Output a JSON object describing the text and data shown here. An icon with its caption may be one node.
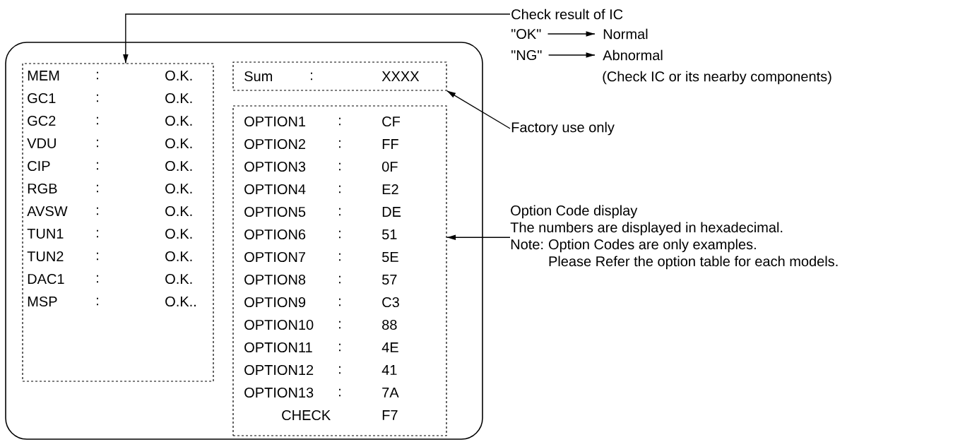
{
  "diagram": {
    "nodes": [
      {
        "text": [],
        "shape": "box"
      },
      {
        "text": [
          "MEM",
          ":",
          "O.K.",
          "GC1",
          ":",
          "O.K.",
          "GC2",
          ":",
          "O.K.",
          "VDU",
          ":",
          "O.K.",
          "CIP",
          ":",
          "O.K.",
          "RGB",
          ":",
          "O.K.",
          "AVSW",
          ":",
          "O.K.",
          "TUN1",
          ":",
          "O.K.",
          "TUN2",
          ":",
          "O.K.",
          "DAC1",
          ":",
          "O.K.",
          "MSP",
          ":",
          "O.K.."
        ],
        "in": 0
      },
      {
        "text": [
          "Sum",
          ":",
          "XXXX"
        ],
        "in": 0
      },
      {
        "text": [
          "OPTION1",
          ":",
          "CF",
          "OPTION2",
          ":",
          "FF",
          "OPTION3",
          ":",
          "0F",
          "OPTION4",
          ":",
          "E2",
          "OPTION5",
          ":",
          "DE",
          "OPTION6",
          ":",
          "51",
          "OPTION7",
          ":",
          "5E",
          "OPTION8",
          ":",
          "57",
          "OPTION9",
          ":",
          "C3",
          "OPTION10",
          ":",
          "88",
          "OPTION11",
          ":",
          "4E",
          "OPTION12",
          ":",
          "41",
          "OPTION13",
          ":",
          "7A",
          "CHECK",
          "F7"
        ],
        "in": 0
      },
      {
        "text": [
          "Check result of IC"
        ]
      },
      {
        "text": [
          "Factory use only"
        ]
      },
      {
        "text": [
          "Option Code display",
          "The numbers are displayed in hexadecimal.",
          "Note:",
          "Option Codes are only examples.",
          "Please Refer the option table for each models."
        ]
      },
      {
        "text": [
          "\"OK\""
        ]
      },
      {
        "text": [
          "Normal"
        ]
      },
      {
        "text": [
          "\"NG\""
        ]
      },
      {
        "text": [
          "Abnormal"
        ]
      }
    ],
    "edges": [
      {
        "from": 4,
        "to": 1,
        "arrow": "to"
      },
      {
        "from": 5,
        "to": 2,
        "arrow": "to"
      },
      {
        "from": 6,
        "to": 3,
        "arrow": "to"
      },
      {
        "from": 7,
        "to": 8,
        "arrow": "to"
      },
      {
        "from": 9,
        "to": 10,
        "arrow": "to"
      }
    ],
    "labels": [
      "(Check IC or its nearby components)"
    ]
  }
}
